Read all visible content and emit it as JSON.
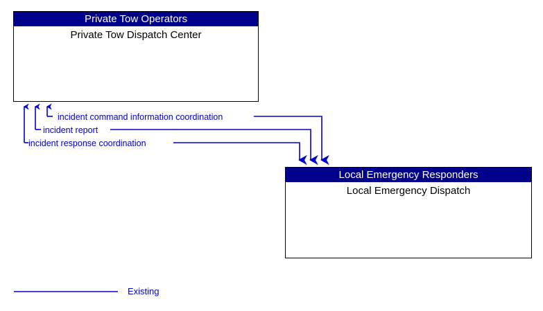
{
  "diagram": {
    "type": "architecture-flow-diagram",
    "nodes": [
      {
        "id": "private-tow",
        "header": "Private Tow Operators",
        "title": "Private Tow Dispatch Center"
      },
      {
        "id": "local-emergency",
        "header": "Local Emergency Responders",
        "title": "Local Emergency Dispatch"
      }
    ],
    "flows": [
      {
        "id": "incident-command-information-coordination",
        "label": "incident command information coordination",
        "from": "local-emergency",
        "to": "private-tow",
        "status": "Existing"
      },
      {
        "id": "incident-report",
        "label": "incident report",
        "from": "local-emergency",
        "to": "private-tow",
        "status": "Existing"
      },
      {
        "id": "incident-response-coordination",
        "label": "incident response coordination",
        "from": "local-emergency",
        "to": "private-tow",
        "status": "Existing"
      }
    ],
    "legend": {
      "items": [
        {
          "label": "Existing",
          "line_style": "solid",
          "color": "#0000CC"
        }
      ]
    },
    "colors": {
      "header_background": "#00008B",
      "header_text": "#FFFFFF",
      "node_border": "#000000",
      "node_background": "#FFFFFF",
      "flow_line": "#0000CC",
      "flow_label_text": "#0000CC",
      "canvas_background": "#FFFFFF"
    }
  }
}
